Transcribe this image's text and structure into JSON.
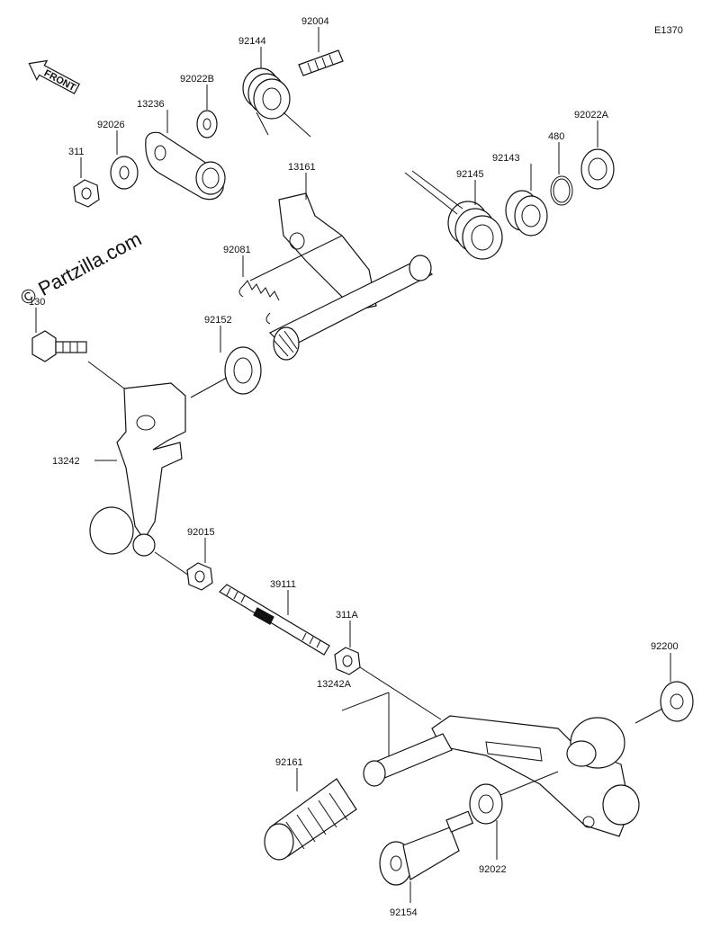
{
  "diagram_code": "E1370",
  "watermark": "© Partzilla.com",
  "front_label": "FRONT",
  "parts": [
    {
      "id": "92004"
    },
    {
      "id": "92144"
    },
    {
      "id": "92022B"
    },
    {
      "id": "13236"
    },
    {
      "id": "92026"
    },
    {
      "id": "311"
    },
    {
      "id": "13161"
    },
    {
      "id": "92145"
    },
    {
      "id": "92143"
    },
    {
      "id": "480"
    },
    {
      "id": "92022A"
    },
    {
      "id": "92081"
    },
    {
      "id": "130"
    },
    {
      "id": "92152"
    },
    {
      "id": "13242"
    },
    {
      "id": "92015"
    },
    {
      "id": "39111"
    },
    {
      "id": "311A"
    },
    {
      "id": "13242A"
    },
    {
      "id": "92200"
    },
    {
      "id": "92161"
    },
    {
      "id": "92022"
    },
    {
      "id": "92154"
    }
  ]
}
